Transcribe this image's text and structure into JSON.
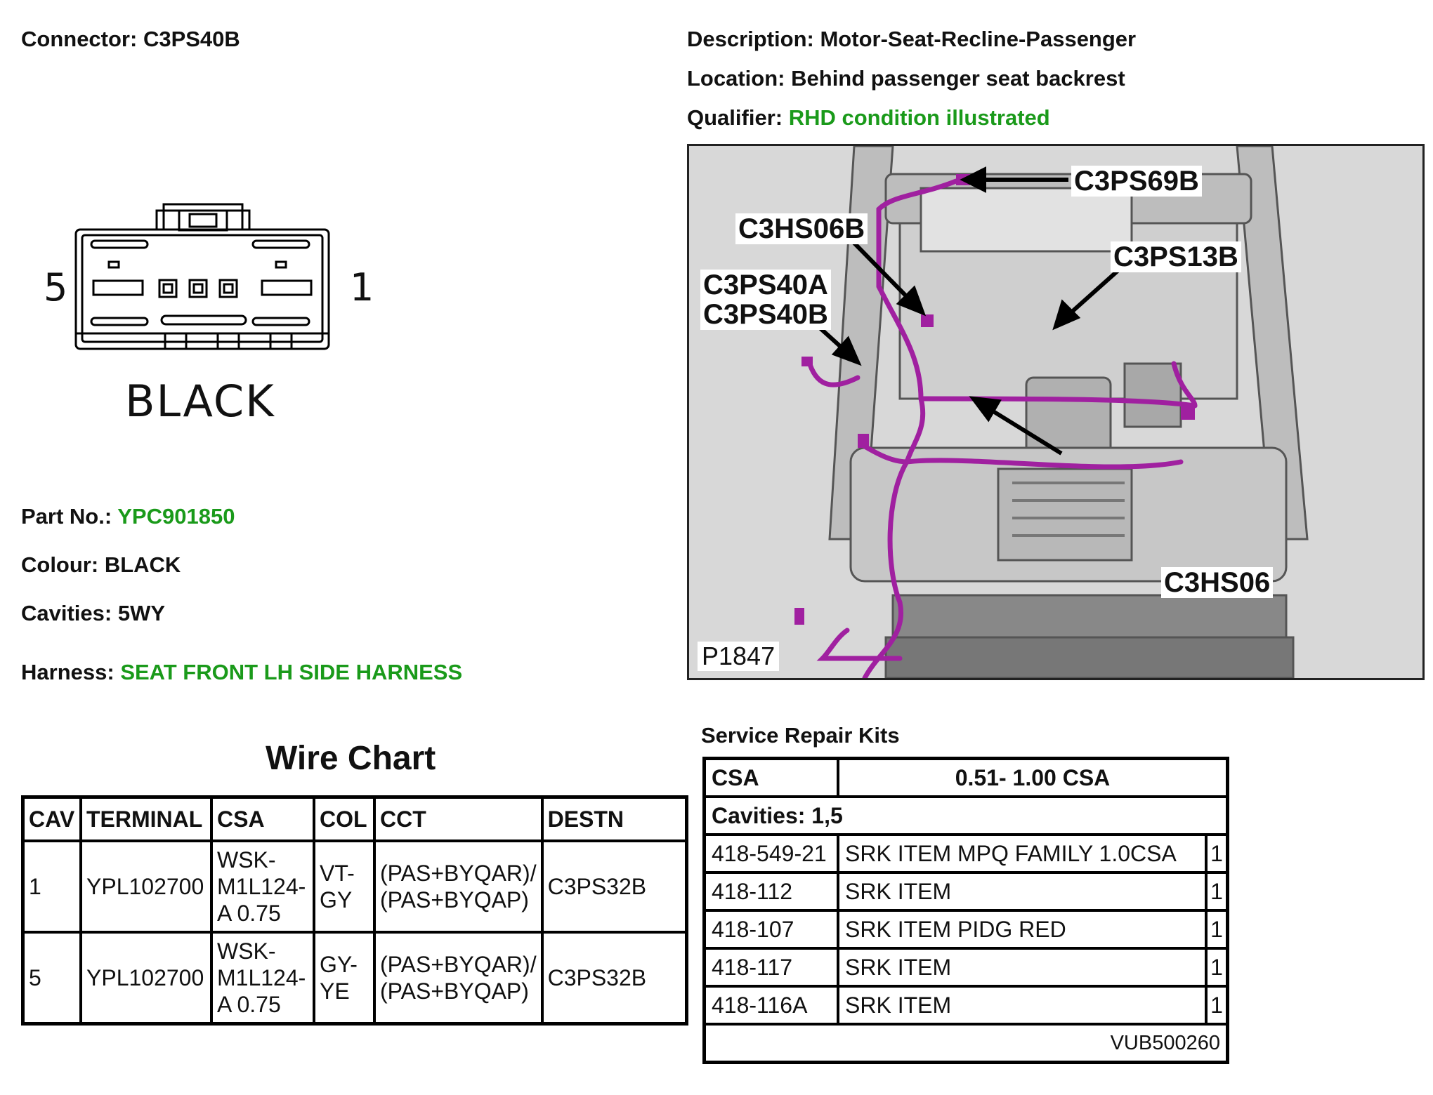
{
  "header": {
    "connector_label": "Connector:",
    "connector_value": "C3PS40B",
    "description_label": "Description:",
    "description_value": "Motor-Seat-Recline-Passenger",
    "location_label": "Location:",
    "location_value": "Behind passenger seat backrest",
    "qualifier_label": "Qualifier:",
    "qualifier_value": "RHD condition illustrated"
  },
  "connector_diagram": {
    "left_pin": "5",
    "right_pin": "1",
    "colour_caption": "BLACK"
  },
  "details": {
    "part_no_label": "Part No.:",
    "part_no_value": "YPC901850",
    "colour_label": "Colour:",
    "colour_value": "BLACK",
    "cavities_label": "Cavities:",
    "cavities_value": "5WY",
    "harness_label": "Harness:",
    "harness_value": "SEAT FRONT LH SIDE HARNESS"
  },
  "photo": {
    "callouts": [
      "C3PS69B",
      "C3HS06B",
      "C3PS13B",
      "C3PS40A",
      "C3PS40B",
      "C3HS06"
    ],
    "image_id": "P1847"
  },
  "wire_chart": {
    "title": "Wire Chart",
    "headers": [
      "CAV",
      "TERMINAL",
      "CSA",
      "COL",
      "CCT",
      "DESTN"
    ],
    "rows": [
      [
        "1",
        "YPL102700",
        "WSK-\nM1L124-\nA 0.75",
        "VT-\nGY",
        "(PAS+BYQAR)/\n(PAS+BYQAP)",
        "C3PS32B"
      ],
      [
        "5",
        "YPL102700",
        "WSK-\nM1L124-\nA 0.75",
        "GY-\nYE",
        "(PAS+BYQAR)/\n(PAS+BYQAP)",
        "C3PS32B"
      ]
    ]
  },
  "service_kits": {
    "title": "Service Repair Kits",
    "csa_label": "CSA",
    "csa_value": "0.51- 1.00 CSA",
    "cavities": "Cavities: 1,5",
    "items": [
      {
        "part": "418-549-21",
        "desc": "SRK ITEM MPQ FAMILY 1.0CSA",
        "qty": "1"
      },
      {
        "part": "418-112",
        "desc": "SRK ITEM",
        "qty": "1"
      },
      {
        "part": "418-107",
        "desc": "SRK ITEM PIDG RED",
        "qty": "1"
      },
      {
        "part": "418-117",
        "desc": "SRK ITEM",
        "qty": "1"
      },
      {
        "part": "418-116A",
        "desc": "SRK ITEM",
        "qty": "1"
      }
    ],
    "footer_code": "VUB500260"
  },
  "colors": {
    "accent_green": "#1a9a1a",
    "wire_purple": "#a020a0"
  }
}
